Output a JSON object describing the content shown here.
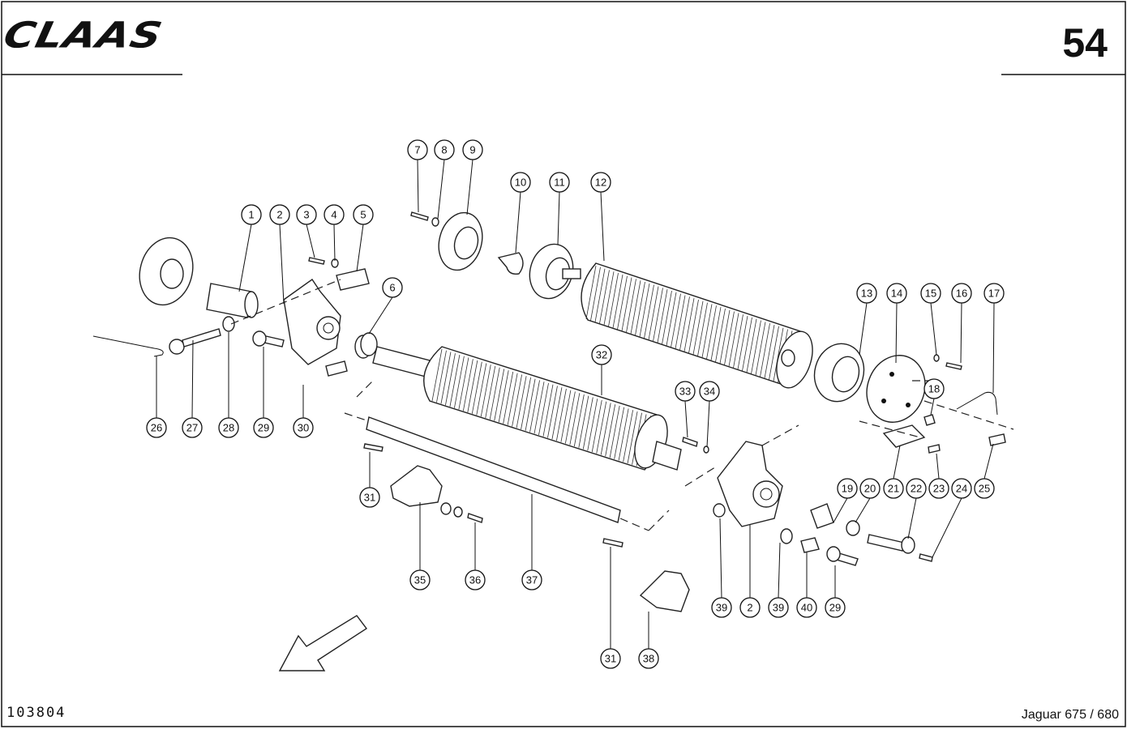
{
  "header": {
    "brand": "CLAAS",
    "page_number": "54"
  },
  "footer": {
    "drawing_number": "103804",
    "model": "Jaguar 675 / 680"
  },
  "callouts": [
    {
      "id": "c1",
      "label": "1"
    },
    {
      "id": "c2",
      "label": "2"
    },
    {
      "id": "c3",
      "label": "3"
    },
    {
      "id": "c4",
      "label": "4"
    },
    {
      "id": "c5",
      "label": "5"
    },
    {
      "id": "c6",
      "label": "6"
    },
    {
      "id": "c7",
      "label": "7"
    },
    {
      "id": "c8",
      "label": "8"
    },
    {
      "id": "c9",
      "label": "9"
    },
    {
      "id": "c10",
      "label": "10"
    },
    {
      "id": "c11",
      "label": "11"
    },
    {
      "id": "c12",
      "label": "12"
    },
    {
      "id": "c13",
      "label": "13"
    },
    {
      "id": "c14",
      "label": "14"
    },
    {
      "id": "c15",
      "label": "15"
    },
    {
      "id": "c16",
      "label": "16"
    },
    {
      "id": "c17",
      "label": "17"
    },
    {
      "id": "c18",
      "label": "18"
    },
    {
      "id": "c19",
      "label": "19"
    },
    {
      "id": "c20",
      "label": "20"
    },
    {
      "id": "c21",
      "label": "21"
    },
    {
      "id": "c22",
      "label": "22"
    },
    {
      "id": "c23",
      "label": "23"
    },
    {
      "id": "c24",
      "label": "24"
    },
    {
      "id": "c25",
      "label": "25"
    },
    {
      "id": "c26",
      "label": "26"
    },
    {
      "id": "c27",
      "label": "27"
    },
    {
      "id": "c28",
      "label": "28"
    },
    {
      "id": "c29a",
      "label": "29"
    },
    {
      "id": "c30",
      "label": "30"
    },
    {
      "id": "c31a",
      "label": "31"
    },
    {
      "id": "c32",
      "label": "32"
    },
    {
      "id": "c33",
      "label": "33"
    },
    {
      "id": "c34",
      "label": "34"
    },
    {
      "id": "c35",
      "label": "35"
    },
    {
      "id": "c36",
      "label": "36"
    },
    {
      "id": "c37",
      "label": "37"
    },
    {
      "id": "c38",
      "label": "38"
    },
    {
      "id": "c39a",
      "label": "39"
    },
    {
      "id": "c2b",
      "label": "2"
    },
    {
      "id": "c39b",
      "label": "39"
    },
    {
      "id": "c40",
      "label": "40"
    },
    {
      "id": "c29b",
      "label": "29"
    },
    {
      "id": "c31b",
      "label": "31"
    }
  ],
  "colors": {
    "ink": "#111111",
    "paper": "#ffffff"
  },
  "icons": {
    "brand_logo": "claas-logo",
    "direction": "direction-arrow-icon"
  }
}
